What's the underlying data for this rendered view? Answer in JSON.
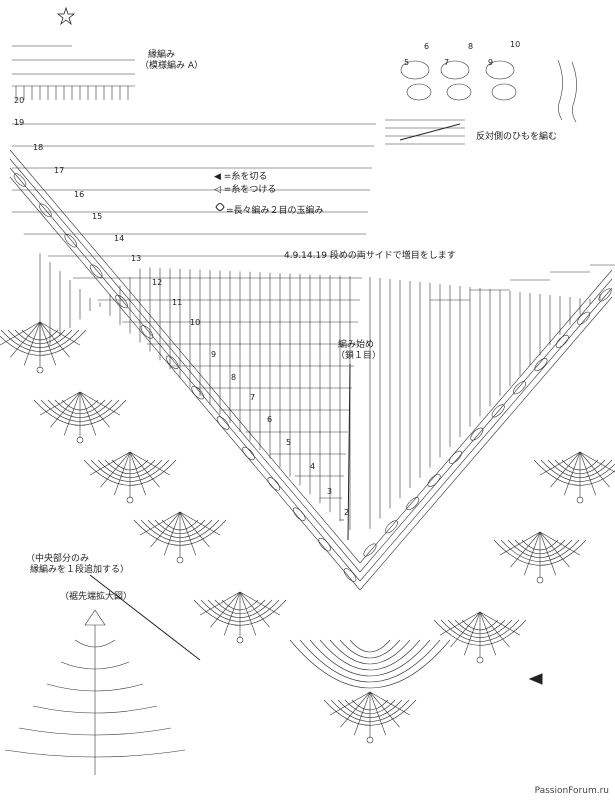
{
  "labels": {
    "edging_line1": "縁編み",
    "edging_line2": "（模様編み A）",
    "cut_yarn": "◀ =糸を切る",
    "attach_yarn": "◁ =糸をつける",
    "puff_stitch": "=長々編み２目の玉編み",
    "increase_note": "4.9.14.19 段めの両サイドで増目をします",
    "start_line1": "編み始め",
    "start_line2": "（鎖１目）",
    "tie_note": "反対側のひもを編む",
    "center_line1": "（中央部分のみ",
    "center_line2": "縁編みを１段追加する）",
    "tip_detail": "（裾先端拡大図）",
    "watermark": "PassionForum.ru"
  },
  "row_numbers": [
    "2",
    "3",
    "4",
    "5",
    "6",
    "7",
    "8",
    "9",
    "10",
    "11",
    "12",
    "13",
    "14",
    "15",
    "16",
    "17",
    "18",
    "19",
    "20"
  ],
  "tie_numbers": [
    "5",
    "6",
    "7",
    "8",
    "9",
    "10"
  ],
  "colors": {
    "line": "#2a2a2a",
    "paper": "#ffffff"
  }
}
